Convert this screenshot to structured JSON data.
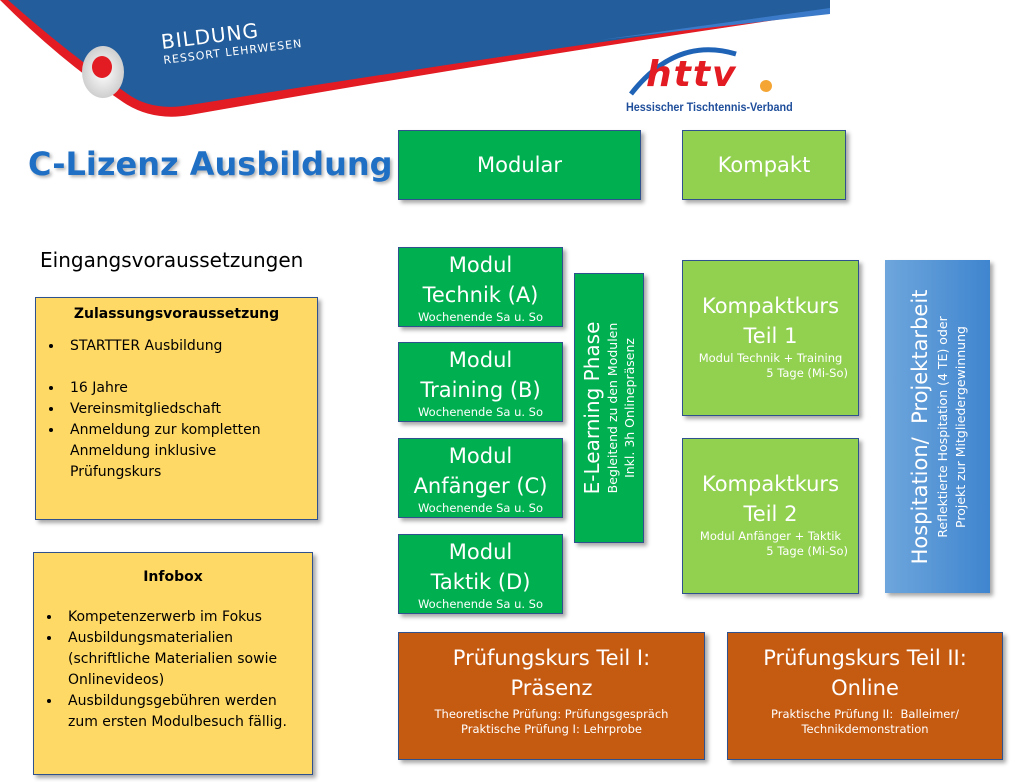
{
  "header": {
    "brand_title": "BILDUNG",
    "brand_subtitle": "RESSORT LEHRWESEN",
    "logo_text": "httv",
    "logo_caption": "Hessischer Tischtennis-Verband"
  },
  "title": "C-Lizenz Ausbildung",
  "tracks": {
    "modular": "Modular",
    "kompakt": "Kompakt"
  },
  "entry": {
    "heading": "Eingangsvoraussetzungen",
    "zulassung": {
      "title": "Zulassungsvoraussetzung",
      "items": [
        "STARTTER Ausbildung",
        "16 Jahre",
        "Vereinsmitgliedschaft",
        "Anmeldung zur kompletten Anmeldung inklusive Prüfungskurs"
      ]
    },
    "infobox": {
      "title": "Infobox",
      "items": [
        "Kompetenzerwerb im Fokus",
        "Ausbildungsmaterialien (schriftliche Materialien sowie Onlinevideos)",
        "Ausbildungsgebühren werden zum ersten Modulbesuch fällig."
      ]
    }
  },
  "modules": [
    {
      "line1": "Modul",
      "line2": "Technik (A)",
      "sub": "Wochenende Sa u. So"
    },
    {
      "line1": "Modul",
      "line2": "Training (B)",
      "sub": "Wochenende Sa u. So"
    },
    {
      "line1": "Modul",
      "line2": "Anfänger (C)",
      "sub": "Wochenende Sa u. So"
    },
    {
      "line1": "Modul",
      "line2": "Taktik (D)",
      "sub": "Wochenende Sa u. So"
    }
  ],
  "elearning": {
    "title": "E-Learning Phase",
    "sub1": "Begleitend zu den Modulen",
    "sub2": "Inkl. 3h Onlinepräsenz"
  },
  "kompaktkurse": [
    {
      "line1": "Kompaktkurs",
      "line2": "Teil 1",
      "sub1": "Modul Technik + Training",
      "sub2": "5 Tage (Mi-So)"
    },
    {
      "line1": "Kompaktkurs",
      "line2": "Teil 2",
      "sub1": "Modul Anfänger + Taktik",
      "sub2": "5 Tage (Mi-So)"
    }
  ],
  "hospitation": {
    "title": "Hospitation/  Projektarbeit",
    "sub1": "Reflektierte Hospitation (4 TE) oder",
    "sub2": "Projekt zur Mitgliedergewinnung"
  },
  "pruefung": [
    {
      "line1": "Prüfungskurs Teil I:",
      "line2": "Präsenz",
      "sub1": "Theoretische Prüfung: Prüfungsgespräch",
      "sub2": "Praktische Prüfung I: Lehrprobe"
    },
    {
      "line1": "Prüfungskurs Teil II:",
      "line2": "Online",
      "sub1": "Praktische Prüfung II:  Balleimer/",
      "sub2": "Technikdemonstration"
    }
  ],
  "colors": {
    "dark_green": "#00b050",
    "light_green": "#92d050",
    "orange": "#c55a11",
    "yellow": "#ffd966",
    "blue": "#5b9bd5",
    "title_blue": "#1f6fc5"
  }
}
